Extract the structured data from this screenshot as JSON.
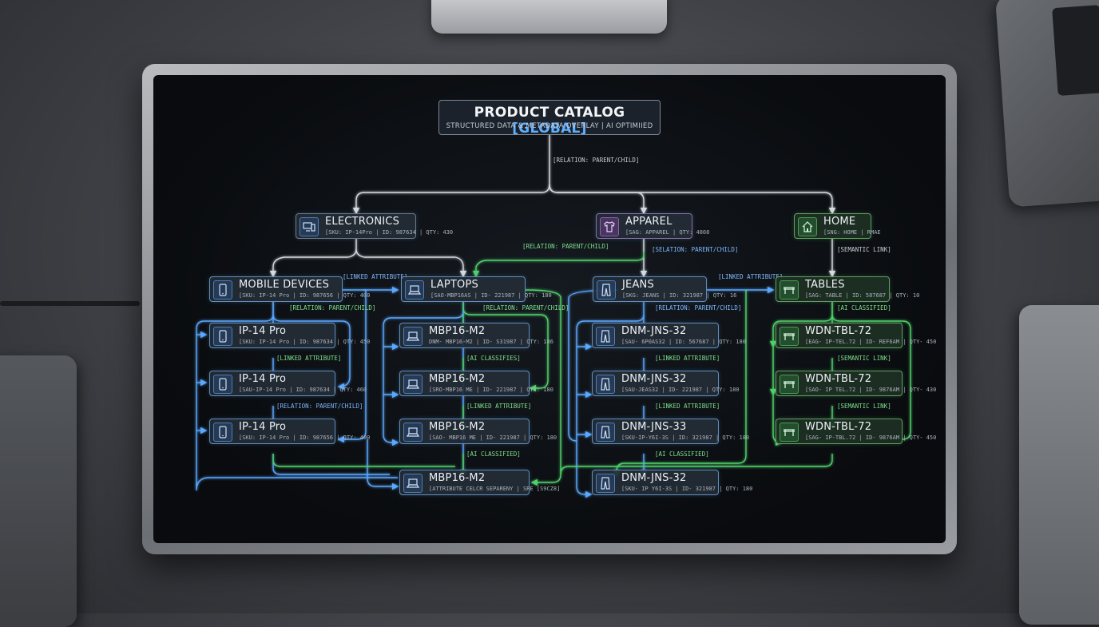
{
  "header": {
    "title": "PRODUCT CATALOG",
    "title_accent": "[GLOBAL]",
    "subtitle": "STRUCTURED DATA & METADATA OVERLAY | AI OPTIMIIED"
  },
  "relations": {
    "root": "[RELATION: PARENT/CHILD]",
    "elec_lap": "[RELATION: PARENT/CHILD]",
    "apparel_jeans": "[SELATION: PARENT/CHILD]",
    "home_tables": "[SEMANTIC LINK]",
    "mobile_lap": "[LINKED ATTRIBUTE]",
    "jeans_tables": "[LINKED ATTRIBUTE]",
    "mob_1": "[RELATION: PARENT/CHILD]",
    "mob_2": "[LINKED ATTRIBUTE]",
    "mob_3": "[RELATION: PARENT/CHILD]",
    "lap_1": "[RELATION: PARENT/CHILD]",
    "lap_2": "[AI CLASSIFIES]",
    "lap_3": "[LINKED ATTRIBUTE]",
    "lap_4": "[AI CLASSIFIED]",
    "jns_1": "[RELATION: PARENT/CHILD]",
    "jns_2": "[LINKED ATTRIBUTE]",
    "jns_3": "[LINKED ATTRIBUTE]",
    "jns_4": "[AI CLASSIFIED]",
    "tbl_1": "[AI CLASSIFIED]",
    "tbl_2": "[SEMANTIC LINK]",
    "tbl_3": "[SEMANTIC LINK]"
  },
  "nodes": {
    "electronics": {
      "title": "ELECTRONICS",
      "meta": "[SKU: IP-14Pro | ID: 987634 | QTY: 430",
      "icon": "devices-icon"
    },
    "apparel": {
      "title": "APPAREL",
      "meta": "[SAG: APPAREL | QTY: 4808",
      "icon": "shirt-icon"
    },
    "home": {
      "title": "HOME",
      "meta": "[SNG: HOME | RMAE",
      "icon": "house-icon"
    },
    "mobile": {
      "title": "MOBILE DEVICES",
      "meta": "[SKU: IP-14 Pro | ID: 987656 | QTY: 400",
      "icon": "phone-icon"
    },
    "laptops": {
      "title": "LAPTOPS",
      "meta": "[SAO-MBP16AS | ID- 221987 | QTY: 180",
      "icon": "laptop-icon"
    },
    "jeans": {
      "title": "JEANS",
      "meta": "[SKG: JEANS | ID: 321987 | QTY: 16",
      "icon": "jeans-icon"
    },
    "tables": {
      "title": "TABLES",
      "meta": "[SAG: TABLE | ID: 587687 | QTY: 10",
      "icon": "table-icon"
    },
    "ip1": {
      "title": "IP-14 Pro",
      "meta": "[SKU: IP-14 Pro | ID: 987634 | QTY: 450",
      "icon": "phone-icon"
    },
    "ip2": {
      "title": "IP-14 Pro",
      "meta": "[SAU-IP-14 Pro | ID: 987634 | QTY: 460",
      "icon": "phone-icon"
    },
    "ip3": {
      "title": "IP-14 Pro",
      "meta": "[SKU: IP-14 Pro | ID: 987656 | QTY: 400",
      "icon": "phone-icon"
    },
    "mbp1": {
      "title": "MBP16-M2",
      "meta": "DNM- MBP16-M2 | ID- S31987 | QTY: 186",
      "icon": "laptop-icon"
    },
    "mbp2": {
      "title": "MBP16-M2",
      "meta": "[SRO-MBP16 ME | ID- 221987 | QTY: 180",
      "icon": "laptop-icon"
    },
    "mbp3": {
      "title": "MBP16-M2",
      "meta": "[SAO- MBP16 ME | ID- 221987 | QTY: 180",
      "icon": "laptop-icon"
    },
    "mbp4": {
      "title": "MBP16-M2",
      "meta": "[ATTRIBUTE CELCR SEPARENY | SRE [S9CZ8]",
      "icon": "laptop-icon"
    },
    "dnm1": {
      "title": "DNM-JNS-32",
      "meta": "[SAU- 6P0AS32 | ID: 567687 | QTY: 180",
      "icon": "jeans-icon"
    },
    "dnm2": {
      "title": "DNM-JNS-32",
      "meta": "[SAU-JEAS32 | ID- 221987 | QTY: 180",
      "icon": "jeans-icon"
    },
    "dnm3": {
      "title": "DNM-JNS-33",
      "meta": "[SKU-IP-Y6I-3S | ID: 321987 | QTY: 180",
      "icon": "jeans-icon"
    },
    "dnm4": {
      "title": "DNM-JNS-32",
      "meta": "[SKU- IP Y6I-3S | ID- 321987 | QTY: 180",
      "icon": "jeans-icon"
    },
    "wdn1": {
      "title": "WDN-TBL-72",
      "meta": "[EAG- IP-TEL.72 | ID- REF6AM | QTY- 450",
      "icon": "table-icon"
    },
    "wdn2": {
      "title": "WDN-TBL-72",
      "meta": "[SAO- IP TEL.72 | ID- 9876AM | QTY- 430",
      "icon": "table-icon"
    },
    "wdn3": {
      "title": "WDN-TBL-72",
      "meta": "[SAG- IP-TBL.72 | ID- 9876AM | QTY- 450",
      "icon": "table-icon"
    }
  },
  "colors": {
    "blue_link": "#5aa8ff",
    "green_link": "#4fd16a",
    "white_link": "#d5dbe2"
  }
}
